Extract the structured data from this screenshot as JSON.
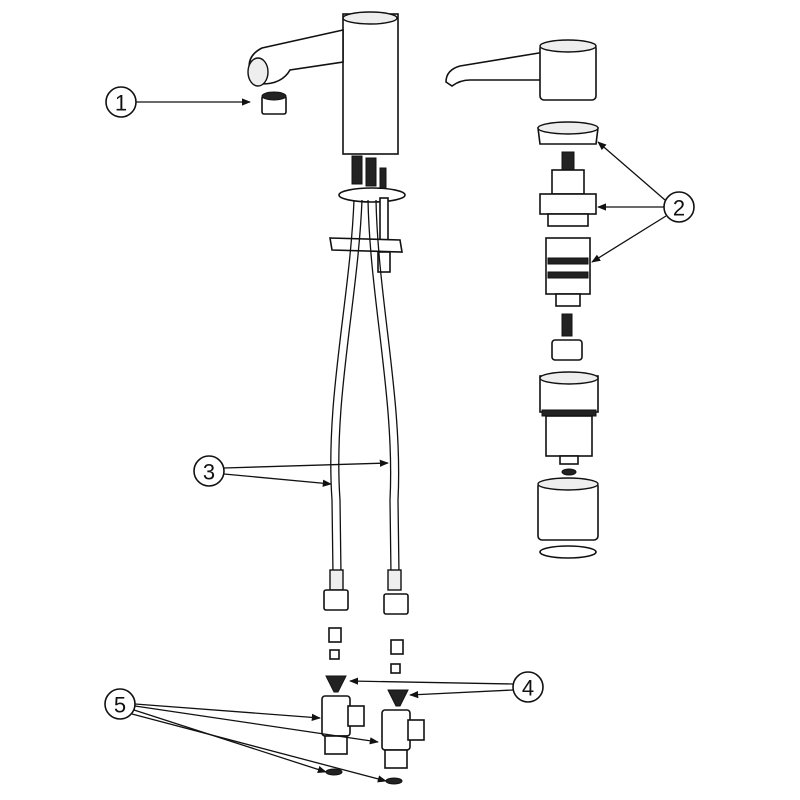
{
  "callouts": [
    {
      "number": "1",
      "part": "aerator"
    },
    {
      "number": "2",
      "part": "cartridge"
    },
    {
      "number": "3",
      "part": "hoses"
    },
    {
      "number": "4",
      "part": "filters"
    },
    {
      "number": "5",
      "part": "valves"
    }
  ]
}
